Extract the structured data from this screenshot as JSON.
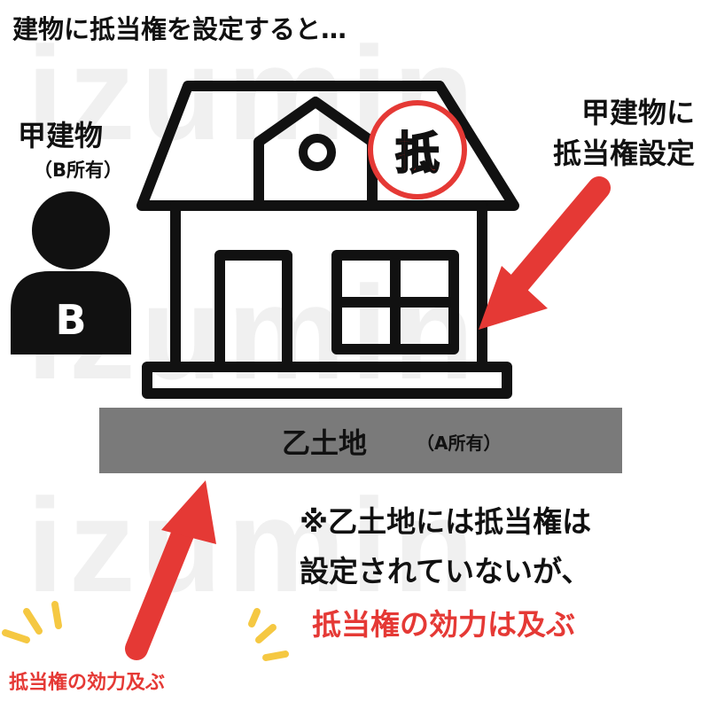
{
  "header": {
    "title": "建物に抵当権を設定すると…"
  },
  "watermark": {
    "text": "izumin"
  },
  "person": {
    "name": "甲建物",
    "owner": "（B所有）",
    "badge": "B"
  },
  "house": {
    "stamp_char": "抵"
  },
  "right_label": {
    "line1": "甲建物に",
    "line2": "抵当権設定"
  },
  "ground": {
    "name": "乙土地",
    "owner": "（A所有）"
  },
  "note": {
    "line1": "※乙土地には抵当権は",
    "line2": "設定されていないが、",
    "line3": "抵当権の効力は及ぶ"
  },
  "effect_label": "抵当権の効力及ぶ",
  "colors": {
    "accent_red": "#e53935",
    "ground_gray": "#7a7a7a",
    "text": "#111111",
    "burst_yellow": "#f5c842"
  }
}
